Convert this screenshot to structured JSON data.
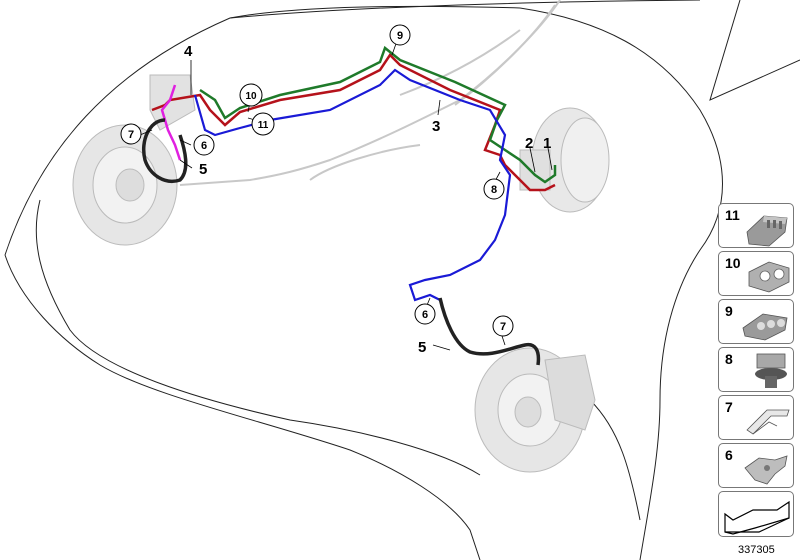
{
  "diagram": {
    "callouts": {
      "c1": "1",
      "c2": "2",
      "c3": "3",
      "c4": "4",
      "c5a": "5",
      "c5b": "5",
      "c6a": "6",
      "c6b": "6",
      "c7a": "7",
      "c7b": "7",
      "c8": "8",
      "c9": "9",
      "c10": "10",
      "c11": "11"
    },
    "line_colors": {
      "red": "#b5121b",
      "green": "#1f7a2a",
      "blue": "#1a1ad6",
      "magenta": "#e020e0",
      "outline": "#222222",
      "grey": "#c8c8c8"
    }
  },
  "parts": [
    {
      "number": "11",
      "icon": "clip-11-icon"
    },
    {
      "number": "10",
      "icon": "clip-10-icon"
    },
    {
      "number": "9",
      "icon": "clip-9-icon"
    },
    {
      "number": "8",
      "icon": "clip-8-icon"
    },
    {
      "number": "7",
      "icon": "clip-7-icon"
    },
    {
      "number": "6",
      "icon": "clip-6-icon"
    }
  ],
  "nav_icon": "arrow-back-icon",
  "diagram_id": "337305"
}
